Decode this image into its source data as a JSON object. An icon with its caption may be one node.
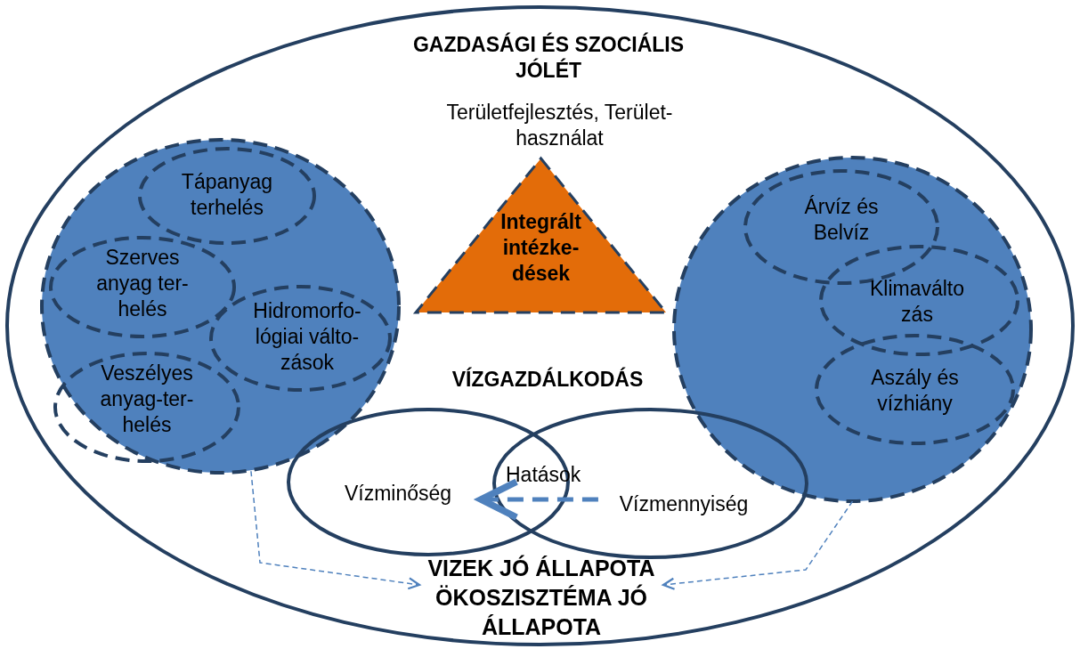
{
  "diagram": {
    "nodes": [
      {
        "text": [
          "GAZDASÁGI ÉS SZOCIÁLIS JÓLÉT",
          "Területfejlesztés, Terület- használat"
        ]
      },
      {
        "text": [],
        "shape": "circle",
        "in": 0
      },
      {
        "text": [
          "Tápanyag terhelés"
        ],
        "in": 1
      },
      {
        "text": [
          "Szerves anyag ter- helés"
        ],
        "in": 1
      },
      {
        "text": [
          "Hidromorfo- lógiai válto- zások"
        ],
        "in": 1
      },
      {
        "text": [
          "Veszélyes anyag-ter- helés"
        ],
        "in": 1
      },
      {
        "text": [
          "Integrált intézke- dések"
        ],
        "in": 0
      },
      {
        "text": [],
        "shape": "circle",
        "in": 0
      },
      {
        "text": [
          "Árvíz és Belvíz"
        ],
        "in": 7
      },
      {
        "text": [
          "Klimaválto zás"
        ],
        "in": 7
      },
      {
        "text": [
          "Aszály és vízhiány"
        ],
        "in": 7
      },
      {
        "text": [
          "Vízminőség"
        ],
        "in": 0
      },
      {
        "text": [
          "Vízmennyiség"
        ],
        "in": 0
      },
      {
        "text": [
          "VIZEK JÓ ÁLLAPOTA ÖKOSZISZTÉMA JÓ ÁLLAPOTA"
        ],
        "in": 0
      }
    ],
    "edges": [
      {
        "from": 12,
        "to": 11,
        "arrow": "to",
        "label": "Hatások",
        "style": "dashed",
        "color": "#4f81bd"
      },
      {
        "from": 1,
        "to": 13,
        "arrow": "to",
        "style": "dashed",
        "color": "#4f81bd"
      },
      {
        "from": 7,
        "to": 13,
        "arrow": "to",
        "style": "dashed",
        "color": "#4f81bd"
      }
    ],
    "labels": [
      "VÍZGAZDÁLKODÁS"
    ]
  }
}
